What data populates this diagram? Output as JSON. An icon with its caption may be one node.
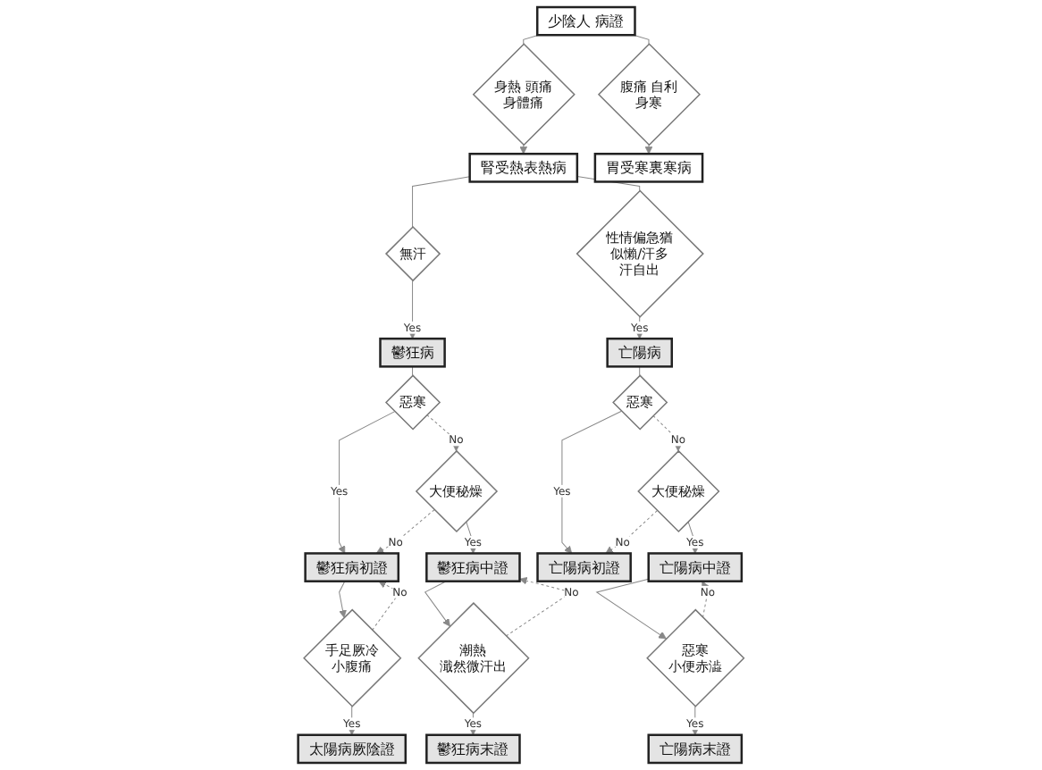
{
  "diagram": {
    "nodes": [
      {
        "text": [
          "少陰人 病證"
        ]
      },
      {
        "text": [
          "身熱 頭痛身體痛"
        ]
      },
      {
        "text": [
          "腹痛 自利身寒"
        ]
      },
      {
        "text": [
          "腎受熱表熱病"
        ]
      },
      {
        "text": [
          "胃受寒裏寒病"
        ]
      },
      {
        "text": [
          "無汗"
        ]
      },
      {
        "text": [
          "性情偏急猶似懶/汗多汗自出"
        ]
      },
      {
        "text": [
          "鬱狂病"
        ]
      },
      {
        "text": [
          "亡陽病"
        ]
      },
      {
        "text": [
          "惡寒"
        ]
      },
      {
        "text": [
          "惡寒"
        ]
      },
      {
        "text": [
          "鬱狂病初證"
        ]
      },
      {
        "text": [
          "大便秘燥"
        ]
      },
      {
        "text": [
          "亡陽病初證"
        ]
      },
      {
        "text": [
          "大便秘燥"
        ]
      },
      {
        "text": [
          "手足厥冷小腹痛"
        ]
      },
      {
        "text": [
          "鬱狂病中證"
        ]
      },
      {
        "text": [
          "亡陽病中證"
        ]
      },
      {
        "text": [
          "潮熱濈然微汗出"
        ]
      },
      {
        "text": [
          "惡寒小便赤澁"
        ]
      },
      {
        "text": [
          "太陽病厥陰證"
        ]
      },
      {
        "text": [
          "鬱狂病末證"
        ]
      },
      {
        "text": [
          "亡陽病末證"
        ]
      }
    ],
    "edges": [
      {
        "from": 0,
        "to": 1,
        "arrow": "none"
      },
      {
        "from": 0,
        "to": 2,
        "arrow": "none"
      },
      {
        "from": 1,
        "to": 3,
        "arrow": "to"
      },
      {
        "from": 2,
        "to": 4,
        "arrow": "to"
      },
      {
        "from": 3,
        "to": 5,
        "arrow": "none"
      },
      {
        "from": 3,
        "to": 6,
        "arrow": "none"
      },
      {
        "from": 5,
        "to": 7,
        "arrow": "to",
        "label": "Yes"
      },
      {
        "from": 6,
        "to": 8,
        "arrow": "to",
        "label": "Yes"
      },
      {
        "from": 7,
        "to": 9,
        "arrow": "none"
      },
      {
        "from": 8,
        "to": 10,
        "arrow": "none"
      },
      {
        "from": 9,
        "to": 11,
        "arrow": "to",
        "label": "Yes"
      },
      {
        "from": 9,
        "to": 12,
        "arrow": "to",
        "label": "No",
        "style": "dashed"
      },
      {
        "from": 12,
        "to": 11,
        "arrow": "to",
        "label": "No",
        "style": "dashed"
      },
      {
        "from": 12,
        "to": 16,
        "arrow": "to",
        "label": "Yes"
      },
      {
        "from": 10,
        "to": 13,
        "arrow": "to",
        "label": "Yes"
      },
      {
        "from": 10,
        "to": 14,
        "arrow": "to",
        "label": "No",
        "style": "dashed"
      },
      {
        "from": 14,
        "to": 13,
        "arrow": "to",
        "label": "No",
        "style": "dashed"
      },
      {
        "from": 14,
        "to": 17,
        "arrow": "to",
        "label": "Yes"
      },
      {
        "from": 11,
        "to": 15,
        "arrow": "to"
      },
      {
        "from": 15,
        "to": 20,
        "arrow": "to",
        "label": "Yes"
      },
      {
        "from": 15,
        "to": 11,
        "arrow": "to",
        "label": "No",
        "style": "dashed"
      },
      {
        "from": 16,
        "to": 18,
        "arrow": "to"
      },
      {
        "from": 18,
        "to": 21,
        "arrow": "to",
        "label": "Yes"
      },
      {
        "from": 18,
        "to": 16,
        "arrow": "to",
        "label": "No",
        "style": "dashed"
      },
      {
        "from": 17,
        "to": 19,
        "arrow": "to"
      },
      {
        "from": 19,
        "to": 22,
        "arrow": "to",
        "label": "Yes"
      },
      {
        "from": 19,
        "to": 17,
        "arrow": "to",
        "label": "No",
        "style": "dashed"
      }
    ]
  }
}
